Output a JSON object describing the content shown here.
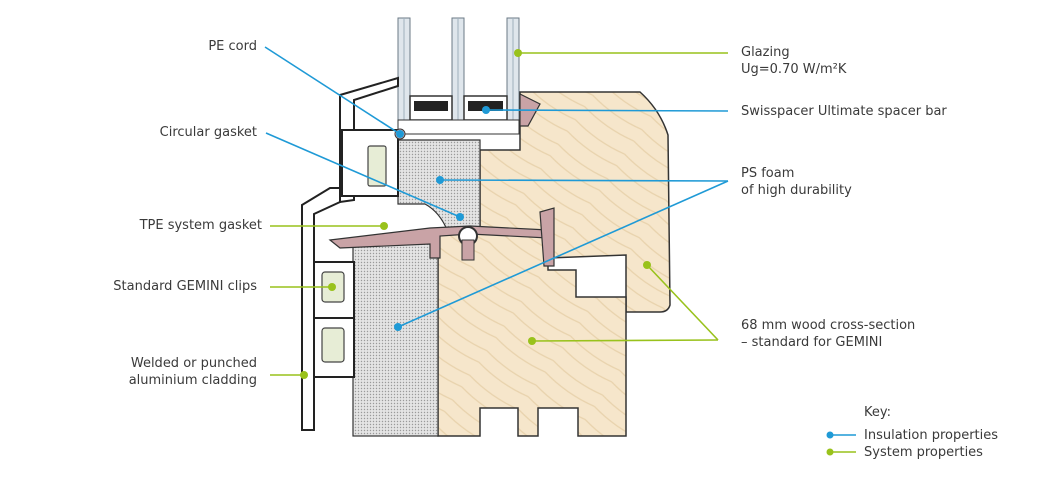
{
  "labels": {
    "pe_cord": "PE cord",
    "circular_gasket": "Circular gasket",
    "tpe_gasket": "TPE system gasket",
    "gemini_clips": "Standard GEMINI clips",
    "cladding_line1": "Welded or punched",
    "cladding_line2": "aluminium cladding",
    "glazing_line1": "Glazing",
    "glazing_line2": "Ug=0.70 W/m²K",
    "spacer": "Swisspacer Ultimate spacer bar",
    "ps_foam_line1": "PS foam",
    "ps_foam_line2": "of high durability",
    "wood_line1": "68 mm wood cross-section",
    "wood_line2": "– standard for GEMINI"
  },
  "key": {
    "title": "Key:",
    "insulation": "Insulation properties",
    "system": "System properties"
  },
  "colors": {
    "insulation": "#1f9ad6",
    "system": "#99c21c",
    "wood": "#f4e3c6",
    "wood_grain": "#e3cca4",
    "foam": "#d9d9d9",
    "gasket": "#c9a3a6",
    "outline": "#333333"
  }
}
